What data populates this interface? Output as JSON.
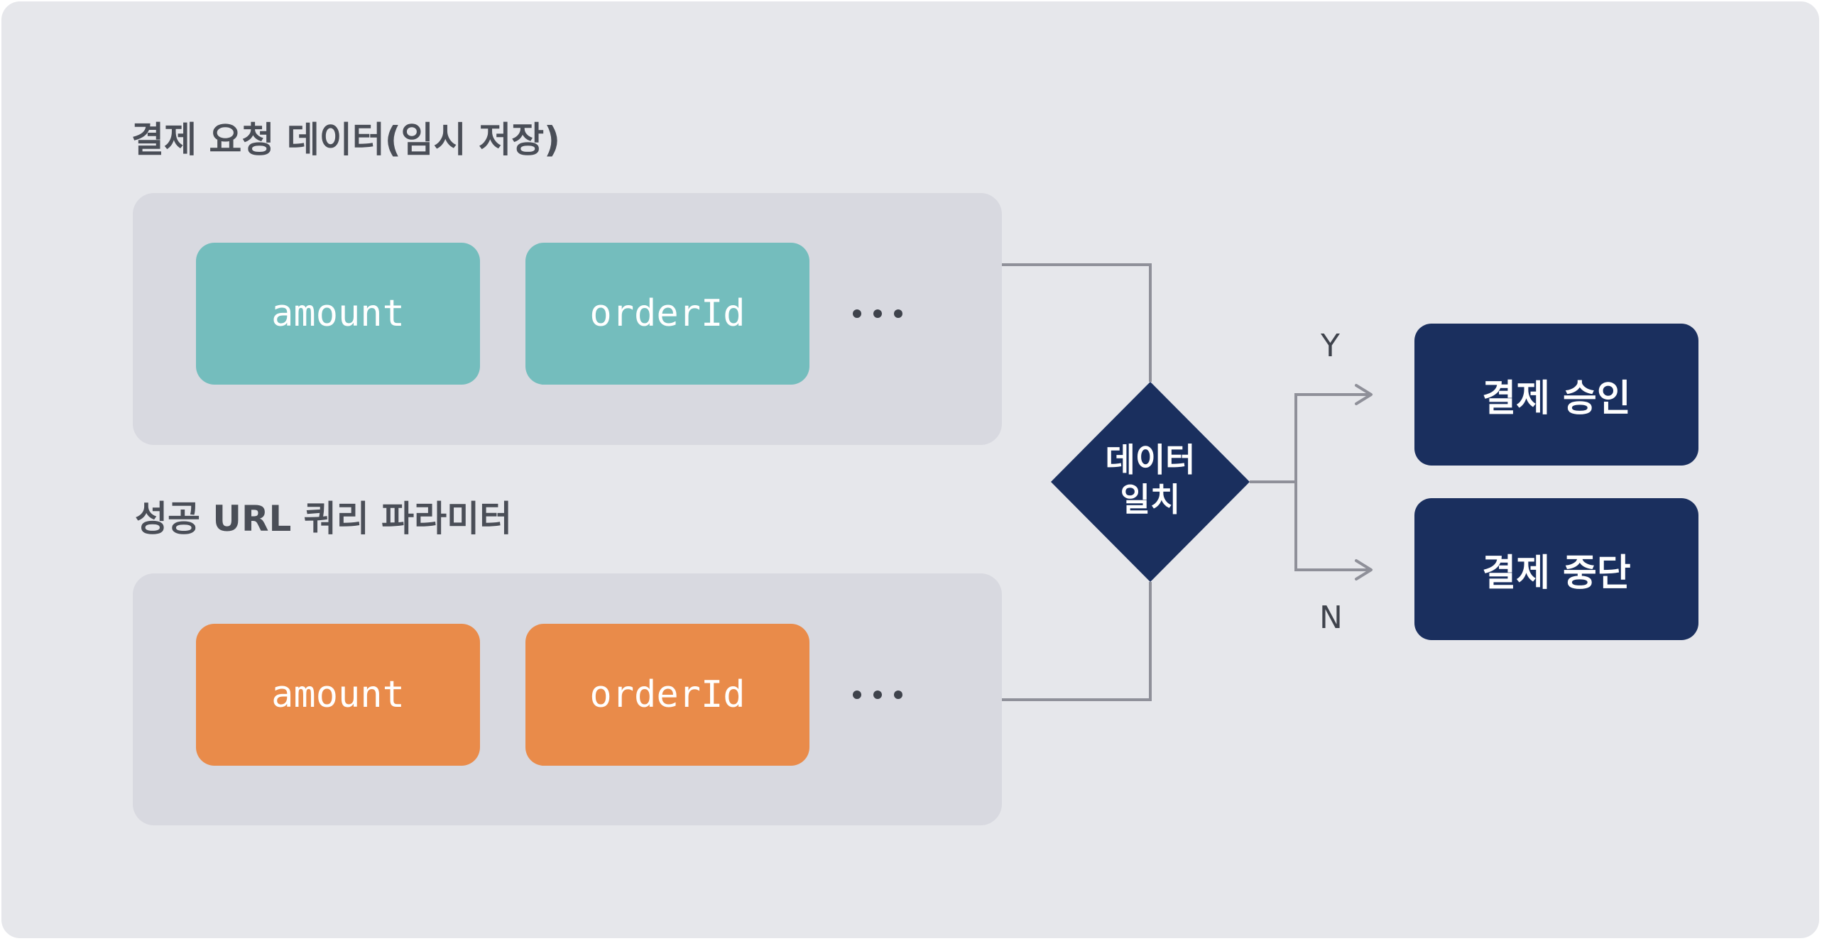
{
  "diagram": {
    "stored_group": {
      "title": "결제 요청 데이터(임시 저장)",
      "fields": [
        "amount",
        "orderId"
      ],
      "more": "...",
      "color": "#74bdbd"
    },
    "query_group": {
      "title": "성공 URL 쿼리 파라미터",
      "fields": [
        "amount",
        "orderId"
      ],
      "more": "...",
      "color": "#e98b4a"
    },
    "decision": {
      "line1": "데이터",
      "line2": "일치",
      "color": "#1a2f5e"
    },
    "branches": {
      "yes_label": "Y",
      "no_label": "N"
    },
    "outcomes": {
      "approve": "결제 승인",
      "stop": "결제 중단",
      "color": "#1a2f5e"
    },
    "connector_color": "#8f9099",
    "background_color": "#e6e7eb"
  }
}
